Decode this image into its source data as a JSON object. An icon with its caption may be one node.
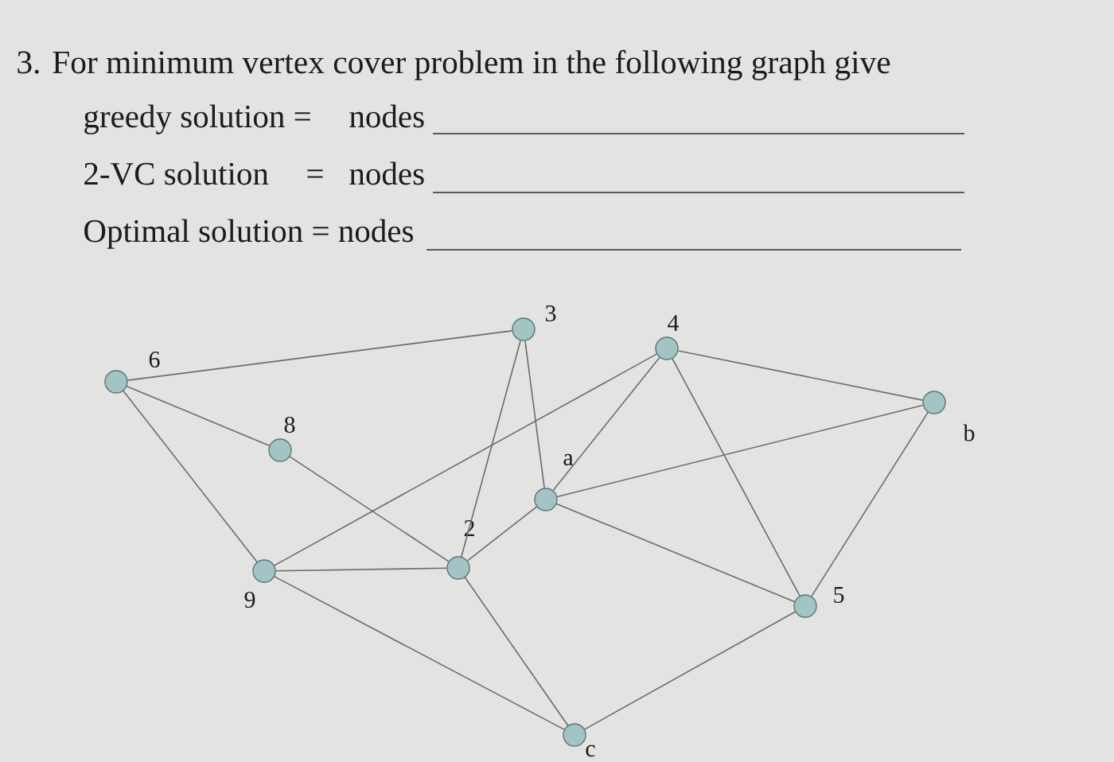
{
  "diagram": {
    "title": "3. For minimum vertex cover problem in the following graph give",
    "nodes": [
      {
        "text": [],
        "shape": "circle",
        "beside": [
          "6"
        ]
      },
      {
        "text": [],
        "shape": "circle",
        "beside": [
          "3"
        ]
      },
      {
        "text": [],
        "shape": "circle",
        "beside": [
          "4"
        ]
      },
      {
        "text": [],
        "shape": "circle",
        "beside": [
          "b"
        ]
      },
      {
        "text": [],
        "shape": "circle",
        "beside": [
          "8"
        ]
      },
      {
        "text": [],
        "shape": "circle",
        "beside": [
          "a"
        ]
      },
      {
        "text": [],
        "shape": "circle",
        "beside": [
          "2"
        ]
      },
      {
        "text": [],
        "shape": "circle",
        "beside": [
          "9"
        ]
      },
      {
        "text": [],
        "shape": "circle",
        "beside": [
          "5"
        ]
      },
      {
        "text": [],
        "shape": "circle",
        "beside": [
          "c"
        ]
      }
    ],
    "edges": [
      {
        "from": 0,
        "to": 1,
        "arrow": "none"
      },
      {
        "from": 0,
        "to": 4,
        "arrow": "none"
      },
      {
        "from": 0,
        "to": 7,
        "arrow": "none"
      },
      {
        "from": 4,
        "to": 6,
        "arrow": "none"
      },
      {
        "from": 6,
        "to": 9,
        "arrow": "none"
      },
      {
        "from": 7,
        "to": 6,
        "arrow": "none"
      },
      {
        "from": 7,
        "to": 2,
        "arrow": "none"
      },
      {
        "from": 7,
        "to": 9,
        "arrow": "none"
      },
      {
        "from": 1,
        "to": 6,
        "arrow": "none"
      },
      {
        "from": 1,
        "to": 5,
        "arrow": "none"
      },
      {
        "from": 6,
        "to": 5,
        "arrow": "none"
      },
      {
        "from": 5,
        "to": 2,
        "arrow": "none"
      },
      {
        "from": 5,
        "to": 3,
        "arrow": "none"
      },
      {
        "from": 5,
        "to": 8,
        "arrow": "none"
      },
      {
        "from": 2,
        "to": 3,
        "arrow": "none"
      },
      {
        "from": 2,
        "to": 8,
        "arrow": "none"
      },
      {
        "from": 3,
        "to": 8,
        "arrow": "none"
      },
      {
        "from": 8,
        "to": 9,
        "arrow": "none"
      }
    ],
    "labels": [
      "greedy solution =",
      "nodes",
      "2-VC solution",
      "=",
      "nodes",
      "Optimal solution = nodes"
    ]
  }
}
